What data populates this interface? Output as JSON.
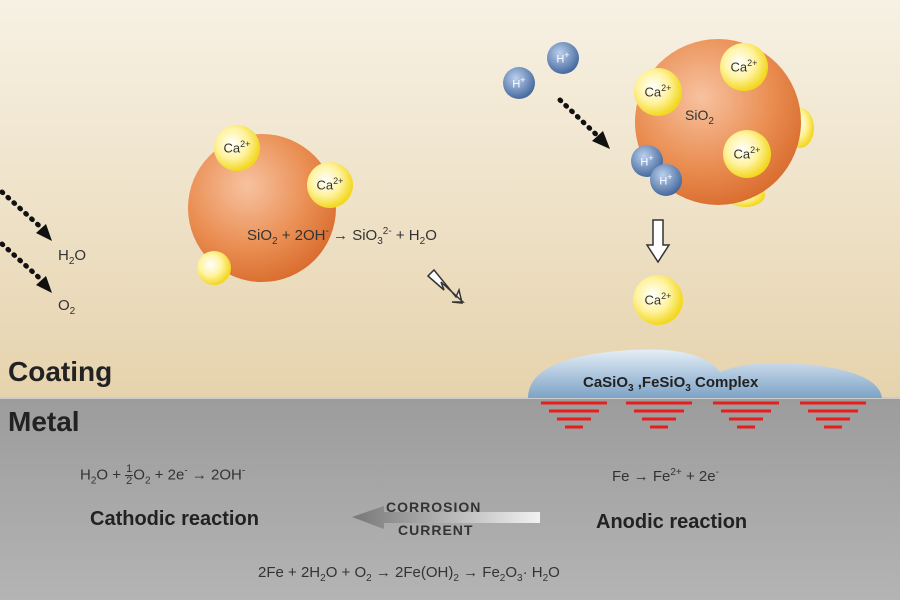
{
  "regions": {
    "coating": "Coating",
    "metal": "Metal"
  },
  "molecules": {
    "h2o": "H",
    "h2o_sub": "2",
    "h2o_end": "O",
    "o2": "O",
    "o2_sub": "2"
  },
  "ions": {
    "ca": "Ca",
    "ca_charge": "2+",
    "h": "H",
    "h_charge": "+"
  },
  "particles": {
    "sio2": "SiO",
    "sio2_sub": "2"
  },
  "equations": {
    "dissolution": {
      "a": "SiO",
      "a_sub": "2",
      "b": " + 2OH",
      "b_sup": "-",
      "arrow": " → ",
      "c": "SiO",
      "c_sub": "3",
      "c_sup": "2-",
      "d": " + H",
      "d_sub": "2",
      "e": "O"
    },
    "cathodic": {
      "a": "H",
      "a_sub": "2",
      "b": "O + ",
      "num": "1",
      "den": "2",
      "c": "O",
      "c_sub": "2",
      "d": " + 2e",
      "d_sup": "-",
      "arrow": " → ",
      "e": "2OH",
      "e_sup": "-"
    },
    "anodic": {
      "a": "Fe",
      "arrow": " → ",
      "b": "Fe",
      "b_sup": "2+",
      "c": " + 2e",
      "c_sup": "-"
    },
    "overall": {
      "a": "2Fe + 2H",
      "a_sub": "2",
      "b": "O + O",
      "b_sub": "2",
      "arrow1": " → ",
      "c": "2Fe(OH)",
      "c_sub": "2",
      "arrow2": " → ",
      "d": "Fe",
      "d_sub": "2",
      "e": "O",
      "e_sub": "3",
      "f": "· H",
      "f_sub": "2",
      "g": "O"
    }
  },
  "deposit": {
    "a": "CaSiO",
    "a_sub": "3",
    "b": " ,FeSiO",
    "b_sub": "3",
    "c": " Complex"
  },
  "labels": {
    "cathodic": "Cathodic reaction",
    "anodic": "Anodic reaction",
    "current_line1": "CORROSION",
    "current_line2": "CURRENT"
  },
  "colors": {
    "coating_top": "#f6efe0",
    "coating_bottom": "#e8d6b2",
    "metal": "#a8a8a8",
    "particle": "#e8884a",
    "ca_ion": "#f5e23a",
    "h_ion": "#5577aa",
    "deposit": "#8fb2d2",
    "pit": "#e62020"
  }
}
